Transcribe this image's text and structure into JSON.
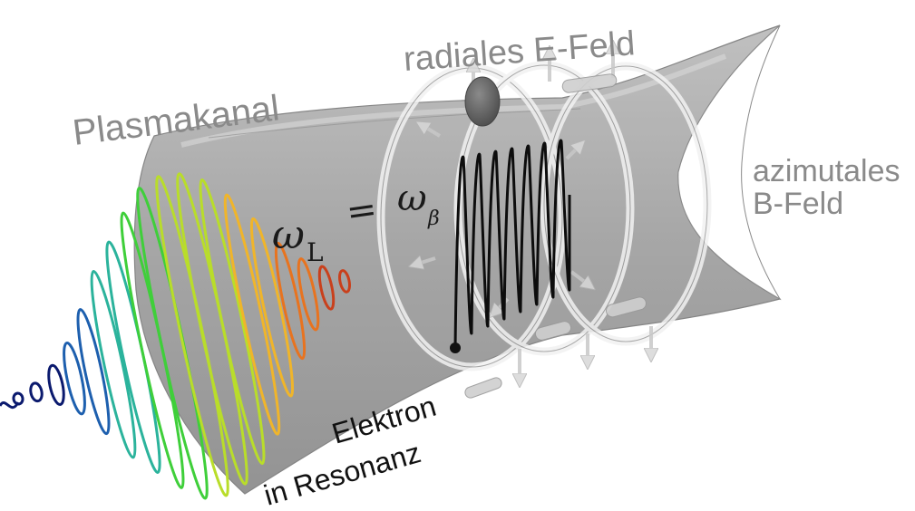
{
  "labels": {
    "plasma_channel": "Plasmakanal",
    "radial_field": "radiales E-Feld",
    "azimuthal_field_line1": "azimutales",
    "azimuthal_field_line2": "B-Feld",
    "electron_line1": "Elektron",
    "electron_line2": "in Resonanz",
    "omega_symbol": "ω",
    "laser_subscript": "L",
    "betatron_subscript": "β",
    "equals": "="
  },
  "colors": {
    "channel_fill": "#9c9c9c",
    "channel_edge": "#7a7a7a",
    "label_gray": "#8a8a8a",
    "electron_path": "#111111",
    "ring": "#e6e6e6"
  },
  "pulse_gradient": [
    "#0b1a6e",
    "#1d5fae",
    "#2bb39c",
    "#3fcf3a",
    "#b9dd2a",
    "#f0b52a",
    "#e8731f",
    "#c9401c"
  ]
}
